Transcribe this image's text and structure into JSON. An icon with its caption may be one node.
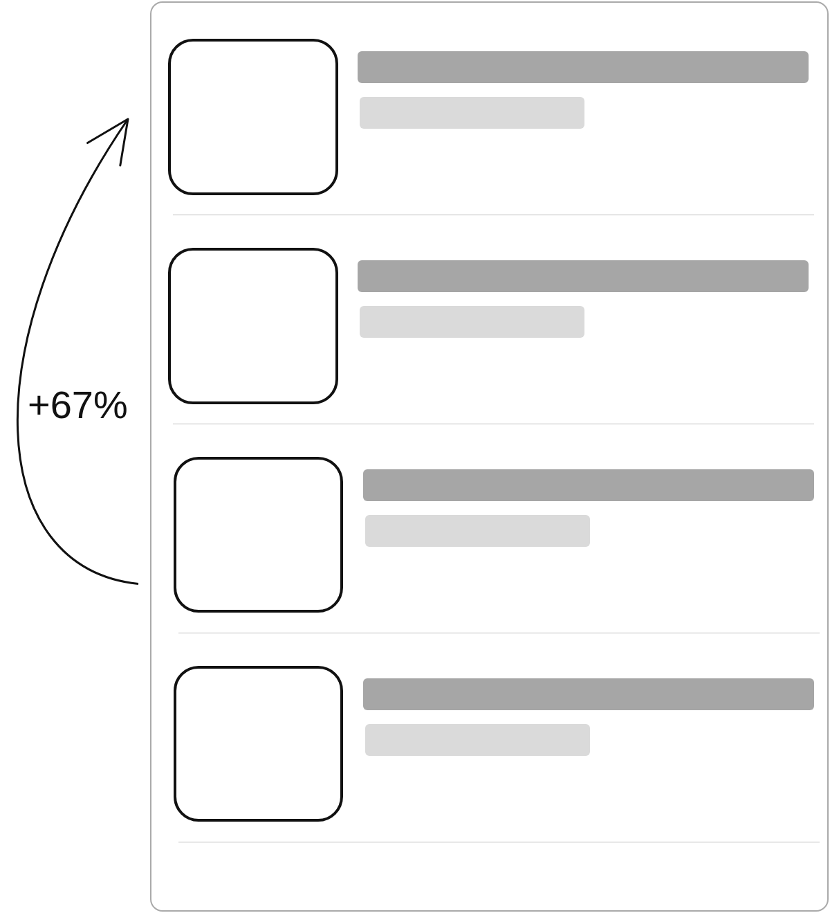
{
  "diagram": {
    "nodes": [
      {
        "text": [],
        "shape": "box"
      },
      {
        "text": [],
        "shape": "box",
        "in": 0
      },
      {
        "text": [],
        "shape": "box",
        "in": 0
      },
      {
        "text": [],
        "shape": "box",
        "in": 0
      },
      {
        "text": [],
        "shape": "box",
        "in": 0
      }
    ],
    "edges": [
      {
        "from": 3,
        "to": 1,
        "arrow": "to",
        "label": "+67%"
      }
    ]
  }
}
